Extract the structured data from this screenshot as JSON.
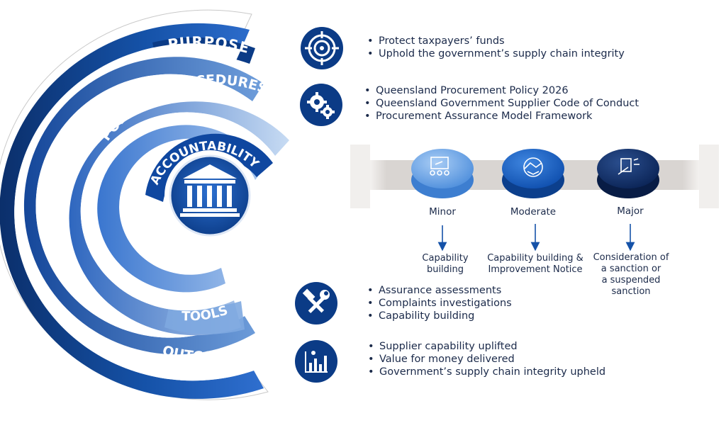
{
  "arcs": {
    "purpose": "PURPOSE",
    "policy": "POLICY & PROCEDURES",
    "accountability": "ACCOUNTABILITY",
    "tools": "TOOLS",
    "outcomes": "OUTCOMES"
  },
  "icons": {
    "purpose": "target-icon",
    "policy": "gears-icon",
    "accountability": "courthouse-icon",
    "tools": "hammer-wrench-icon",
    "outcomes": "bar-chart-icon",
    "minor": "presentation-icon",
    "moderate": "handshake-icon",
    "major": "gavel-icon"
  },
  "purpose_items": [
    "Protect taxpayers’ funds",
    "Uphold the government’s supply chain integrity"
  ],
  "policy_items": [
    "Queensland Procurement Policy 2026",
    "Queensland Government Supplier Code of Conduct",
    "Procurement Assurance Model Framework"
  ],
  "tools_items": [
    "Assurance assessments",
    "Complaints investigations",
    "Capability building"
  ],
  "outcomes_items": [
    "Supplier capability uplifted",
    "Value for money delivered",
    "Government’s supply chain integrity upheld"
  ],
  "scale": {
    "levels": [
      {
        "label": "Minor",
        "result_lines": [
          "Capability",
          "building"
        ]
      },
      {
        "label": "Moderate",
        "result_lines": [
          "Capability building &",
          "Improvement Notice"
        ]
      },
      {
        "label": "Major",
        "result_lines": [
          "Consideration of",
          "a sanction or",
          "a suspended",
          "sanction"
        ]
      }
    ]
  },
  "colors": {
    "navy": "#0b2f6b",
    "blue": "#1552a8",
    "light_blue": "#6f9edb",
    "text": "#1b2a4a",
    "bar": "#d9d5d2"
  }
}
